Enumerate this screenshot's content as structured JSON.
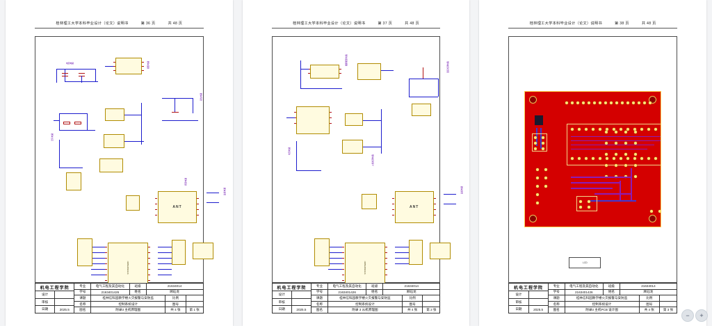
{
  "viewer": {
    "scrollbar_name": "vertical-scrollbar",
    "zoom_widget": {
      "zoom_out_label": "−",
      "zoom_in_label": "+"
    }
  },
  "pages": [
    {
      "header": {
        "title": "桂林理工大学本科毕业设计（论文）说明书",
        "page_no": "第 36 页",
        "total": "共 48 页"
      },
      "title_block": {
        "school": "机电工程学院",
        "rows": [
          {
            "label": "专业",
            "value": "电气工程及其自动化",
            "label2": "班级",
            "value2": "21634014"
          },
          {
            "label": "学号",
            "value": "2163401426",
            "label2": "姓名",
            "value2": "顾珏龙"
          },
          {
            "label": "设计",
            "value": "",
            "label2": "课题",
            "value2": "桂林信科园教学楼火灾报警与安防监",
            "label3": "比例",
            "value3": ""
          },
          {
            "label": "审核",
            "value": "",
            "label2": "名称",
            "value2": "控制系统设计",
            "label3": "图号",
            "value3": ""
          },
          {
            "label": "日期",
            "value": "2025.5",
            "label2": "图名",
            "value2": "附录3 主机原理图",
            "label3": "共 4 张",
            "value3": "第 1 张"
          }
        ]
      },
      "drawing": {
        "type": "schematic",
        "caption": "主机原理图",
        "blocks": [
          {
            "name": "电源电路",
            "label": "电源电路"
          },
          {
            "name": "报警电路",
            "label": "报警电路"
          },
          {
            "name": "复位电路",
            "label": "复位电路"
          },
          {
            "name": "按键电路",
            "label": "按键电路"
          },
          {
            "name": "晶振电路",
            "label": "晶振电路"
          },
          {
            "name": "显示电路",
            "label": "显示电路"
          },
          {
            "name": "无线模块",
            "label": "ANT"
          },
          {
            "name": "主控芯片",
            "label": "STC89C52RC"
          }
        ]
      }
    },
    {
      "header": {
        "title": "桂林理工大学本科毕业设计（论文）说明书",
        "page_no": "第 37 页",
        "total": "共 48 页"
      },
      "title_block": {
        "school": "机电工程学院",
        "rows": [
          {
            "label": "专业",
            "value": "电气工程及其自动化",
            "label2": "班级",
            "value2": "21634014"
          },
          {
            "label": "学号",
            "value": "2163401426",
            "label2": "姓名",
            "value2": "顾珏龙"
          },
          {
            "label": "设计",
            "value": "",
            "label2": "课题",
            "value2": "桂林信科园教学楼火灾报警与安防监",
            "label3": "比例",
            "value3": ""
          },
          {
            "label": "审核",
            "value": "",
            "label2": "名称",
            "value2": "控制系统设计",
            "label3": "图号",
            "value3": ""
          },
          {
            "label": "日期",
            "value": "2025.5",
            "label2": "图名",
            "value2": "附录 3 从机原理图",
            "label3": "共 4 张",
            "value3": "第 2 张"
          }
        ]
      },
      "drawing": {
        "type": "schematic",
        "caption": "从机原理图",
        "blocks": [
          {
            "name": "电源电路",
            "label": "电源电路"
          },
          {
            "name": "烟雾报警电路",
            "label": "烟雾报警电路"
          },
          {
            "name": "火焰检测电路",
            "label": "火焰检测电路"
          },
          {
            "name": "温度检测电路",
            "label": "温度检测电路"
          },
          {
            "name": "晶振电路",
            "label": "晶振电路"
          },
          {
            "name": "无线模块",
            "label": "ANT"
          },
          {
            "name": "主控芯片",
            "label": "STC89C52RC"
          }
        ]
      }
    },
    {
      "header": {
        "title": "桂林理工大学本科毕业设计（论文）说明书",
        "page_no": "第 38 页",
        "total": "共 48 页"
      },
      "title_block": {
        "school": "机电工程学院",
        "rows": [
          {
            "label": "专业",
            "value": "电气工程及其自动化",
            "label2": "班级",
            "value2": "21634014"
          },
          {
            "label": "学号",
            "value": "2163401426",
            "label2": "姓名",
            "value2": "顾珏龙"
          },
          {
            "label": "设计",
            "value": "",
            "label2": "课题",
            "value2": "桂林信科园教学楼火灾报警与安防监",
            "label3": "比例",
            "value3": ""
          },
          {
            "label": "审核",
            "value": "",
            "label2": "名称",
            "value2": "控制系统设计",
            "label3": "图号",
            "value3": ""
          },
          {
            "label": "日期",
            "value": "2025.5",
            "label2": "图名",
            "value2": "附录3 主机PCB 设计图",
            "label3": "共 4 张",
            "value3": "第 3 张"
          }
        ]
      },
      "drawing": {
        "type": "pcb",
        "caption": "主机PCB 设计图",
        "board_color": "#d40000",
        "pad_color": "#ffe27a",
        "trace_color": "#8b1db8",
        "bottom_label": "LCD"
      }
    }
  ]
}
